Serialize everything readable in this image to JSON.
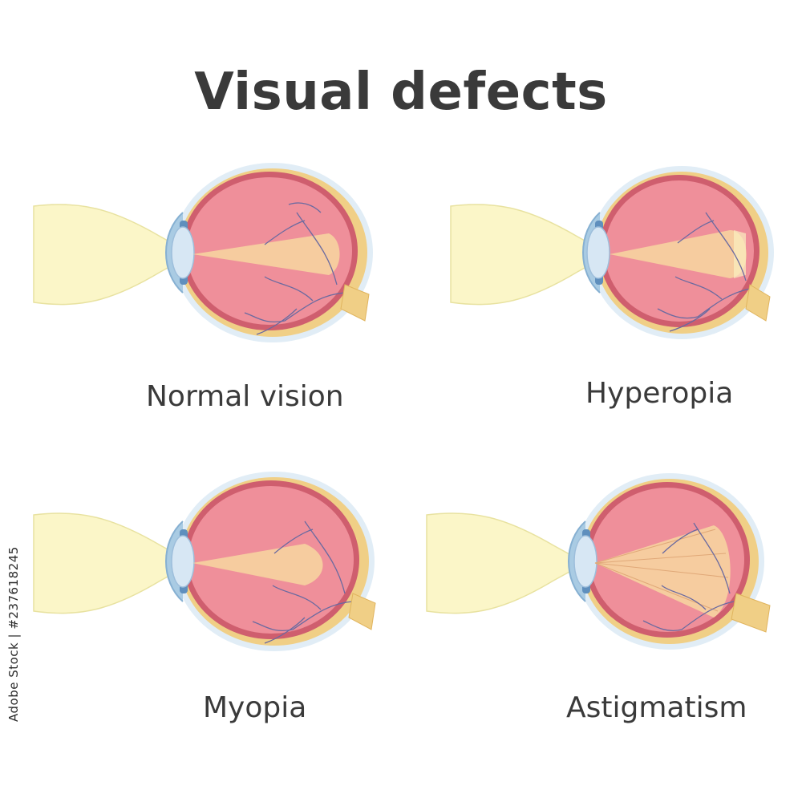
{
  "title": "Visual defects",
  "stock_id": "Adobe Stock | #237618245",
  "panels": [
    {
      "id": "normal",
      "caption": "Normal vision",
      "focus": "on-retina"
    },
    {
      "id": "hyperopia",
      "caption": "Hyperopia",
      "focus": "behind-retina"
    },
    {
      "id": "myopia",
      "caption": "Myopia",
      "focus": "in-front-of-retina"
    },
    {
      "id": "astigmatism",
      "caption": "Astigmatism",
      "focus": "multiple-points"
    }
  ],
  "colors": {
    "title": "#3a3a3a",
    "light_beam": "#fbf6c8",
    "eyeball": "#ef8f9a",
    "sclera": "#d6e6f2",
    "iris": "#6fa0c8",
    "lens": "#c8dcee",
    "retina": "#f4c574",
    "vessels": "#6a6aa0"
  },
  "icons": {
    "eye": "eye-cross-section-icon",
    "beam": "light-beam-icon",
    "nerve": "optic-nerve-icon"
  }
}
